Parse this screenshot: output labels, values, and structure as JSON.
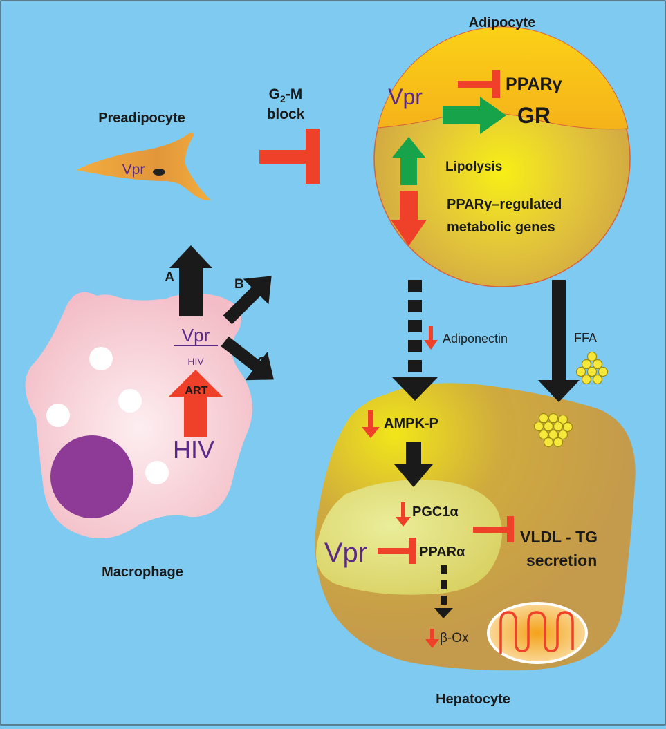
{
  "labels": {
    "adipocyte": "Adipocyte",
    "preadipocyte": "Preadipocyte",
    "macrophage": "Macrophage",
    "hepatocyte": "Hepatocyte",
    "g2m_line1_main": "G",
    "g2m_line1_sub": "2",
    "g2m_line1_end": "-M",
    "g2m_line2": "block",
    "vpr": "Vpr",
    "pparg": "PPARγ",
    "gr": "GR",
    "lipolysis": "Lipolysis",
    "pparg_regulated_1": "PPARγ–regulated",
    "pparg_regulated_2": "metabolic genes",
    "arrow_a": "A",
    "arrow_b": "B",
    "arrow_c": "C",
    "hiv_small": "HIV",
    "art": "ART",
    "hiv_large": "HIV",
    "adiponectin": "Adiponectin",
    "ffa": "FFA",
    "ampk": "AMPK-P",
    "pgc1a": "PGC1α",
    "ppara": "PPARα",
    "vldl_1": "VLDL - TG",
    "vldl_2": "secretion",
    "beta_ox": "β-Ox"
  },
  "colors": {
    "background": "#7ecaf0",
    "inhibit_red": "#ef4129",
    "increase_green": "#16a34a",
    "arrow_black": "#1a1a1a",
    "vpr_purple": "#5b2a86",
    "adipocyte_cap": "#f8c21a",
    "adipocyte_body": "#d4b033",
    "hepatocyte_body": "#c9a04a",
    "macrophage_body": "#f5c8cf",
    "nucleus_purple": "#8e3a97",
    "preadipocyte": "#f0a83c",
    "ffa_droplet": "#f5e83a"
  }
}
